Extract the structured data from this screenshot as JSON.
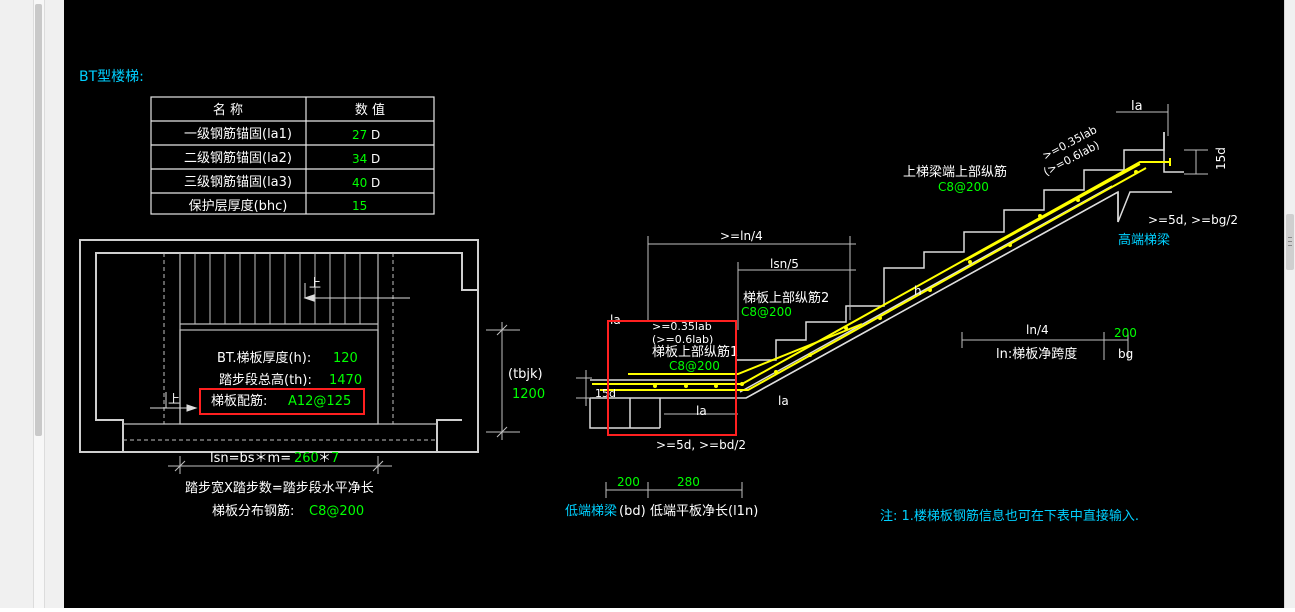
{
  "title": "BT型楼梯:",
  "table": {
    "headers": [
      "名 称",
      "数 值"
    ],
    "rows": [
      {
        "name": "一级钢筋锚固(la1)",
        "value": "27",
        "unit": "D"
      },
      {
        "name": "二级钢筋锚固(la2)",
        "value": "34",
        "unit": "D"
      },
      {
        "name": "三级钢筋锚固(la3)",
        "value": "40",
        "unit": "D"
      },
      {
        "name": "保护层厚度(bhc)",
        "value": "15",
        "unit": ""
      }
    ]
  },
  "plan": {
    "thickness_label": "BT.梯板厚度(h):",
    "thickness_value": "120",
    "height_label": "踏步段总高(th):",
    "height_value": "1470",
    "rebar_label": "梯板配筋:",
    "rebar_value": "A12@125",
    "up_label": "上",
    "lsn_label": "lsn=bs＊m=",
    "lsn_value_a": "260",
    "lsn_star": "＊",
    "lsn_value_b": "7",
    "width_desc": "踏步宽X踏步数=踏步段水平净长",
    "dist_label": "梯板分布钢筋:",
    "dist_value": "C8@200",
    "tbjk_label": "(tbjk)",
    "tbjk_value": "1200"
  },
  "section": {
    "la_top": "la",
    "ratio1": ">=0.35lab",
    "ratio2": "(>=0.6lab)",
    "dim_15d": "15d",
    "top_bar_label": "上梯梁端上部纵筋",
    "top_bar_value": "C8@200",
    "high_beam_note": ">=5d, >=bg/2",
    "high_beam_label": "高端梯梁",
    "ln4_top": ">=ln/4",
    "lsn5": "lsn/5",
    "bar2_label": "梯板上部纵筋2",
    "bar2_value": "C8@200",
    "h_label": "h",
    "ln4_right": "ln/4",
    "bg_value": "200",
    "ln_label": "ln:梯板净跨度",
    "bg_label": "bg",
    "la_left": "la",
    "ratio3": ">=0.35lab",
    "ratio4": "(>=0.6lab)",
    "bar1_label": "梯板上部纵筋1",
    "bar1_value": "C8@200",
    "dim_15d_left": "15d",
    "la_bottom": "la",
    "la_slope": "la",
    "low_note": ">=5d, >=bd/2",
    "dim_200": "200",
    "dim_280": "280",
    "low_beam_label": "低端梯梁",
    "bd_label": "(bd)",
    "low_plate_label": "低端平板净长(l1n)",
    "note": "注: 1.楼梯板钢筋信息也可在下表中直接输入."
  },
  "colors": {
    "background": "#000000",
    "white_text": "#ffffff",
    "green_value": "#00ff00",
    "cyan_label": "#00d0ff",
    "rebar_yellow": "#ffff00",
    "highlight_red": "#ff2020"
  }
}
